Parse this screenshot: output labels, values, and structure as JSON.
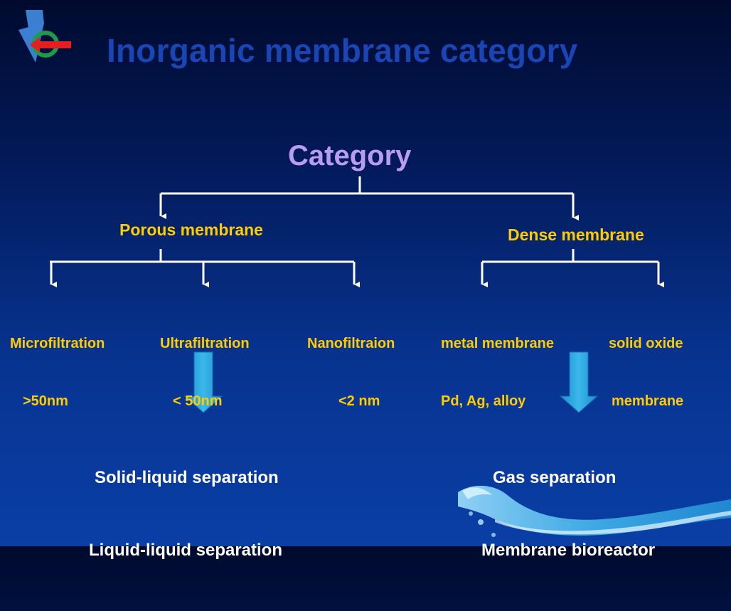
{
  "slide": {
    "title": "Inorganic membrane category",
    "root": "Category",
    "branches": [
      {
        "label": "Porous membrane",
        "leaves": [
          {
            "name": "Microfiltration",
            "detail": ">50nm"
          },
          {
            "name": "Ultrafiltration",
            "detail": "< 50nm"
          },
          {
            "name": "Nanofiltraion",
            "detail": "<2 nm"
          }
        ],
        "applications": [
          "Solid-liquid separation",
          "Liquid-liquid separation"
        ]
      },
      {
        "label": "Dense membrane",
        "leaves": [
          {
            "name": "metal membrane",
            "detail": "Pd, Ag, alloy"
          },
          {
            "name": "solid oxide",
            "detail": "membrane"
          }
        ],
        "applications": [
          "Gas separation",
          "Membrane bioreactor"
        ]
      }
    ]
  },
  "colors": {
    "title": "#1a45b5",
    "root": "#b89cf0",
    "branch_text": "#ffcc00",
    "application_text": "#ffffff",
    "connector": "#ffffff",
    "big_arrow": "#29a6dd"
  },
  "icons": {
    "logo": "institution-logo-icon",
    "decoration": "water-splash-decoration"
  }
}
